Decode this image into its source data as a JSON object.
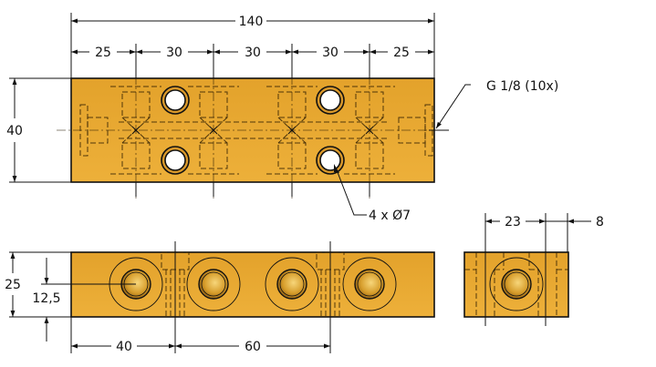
{
  "drawing": {
    "body_color": "#E9A82E",
    "body_color_dark": "#C88A1A",
    "line_color": "#111111",
    "top_view": {
      "overall_length": "140",
      "segments": [
        "25",
        "30",
        "30",
        "30",
        "25"
      ],
      "height": "40",
      "thread_callout": "G 1/8 (10x)",
      "hole_callout": "4 x Ø7"
    },
    "front_view": {
      "height": "25",
      "port_center_height": "12,5",
      "spacing_1": "40",
      "spacing_2": "60"
    },
    "side_view": {
      "width_1": "23",
      "width_2": "8"
    }
  }
}
